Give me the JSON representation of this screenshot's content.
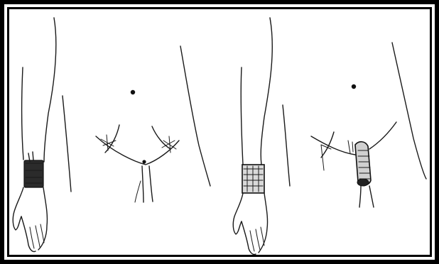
{
  "figure": {
    "panels": [
      {
        "id": "left",
        "depicts": [
          "forearm-with-narrow-dressing",
          "lower-abdomen-with-incisions"
        ]
      },
      {
        "id": "right",
        "depicts": [
          "forearm-with-wide-graft-band",
          "lower-abdomen-with-flap-tube"
        ]
      }
    ],
    "colors": {
      "border": "#000000",
      "ink": "#1a1a1a",
      "background": "#ffffff"
    }
  }
}
